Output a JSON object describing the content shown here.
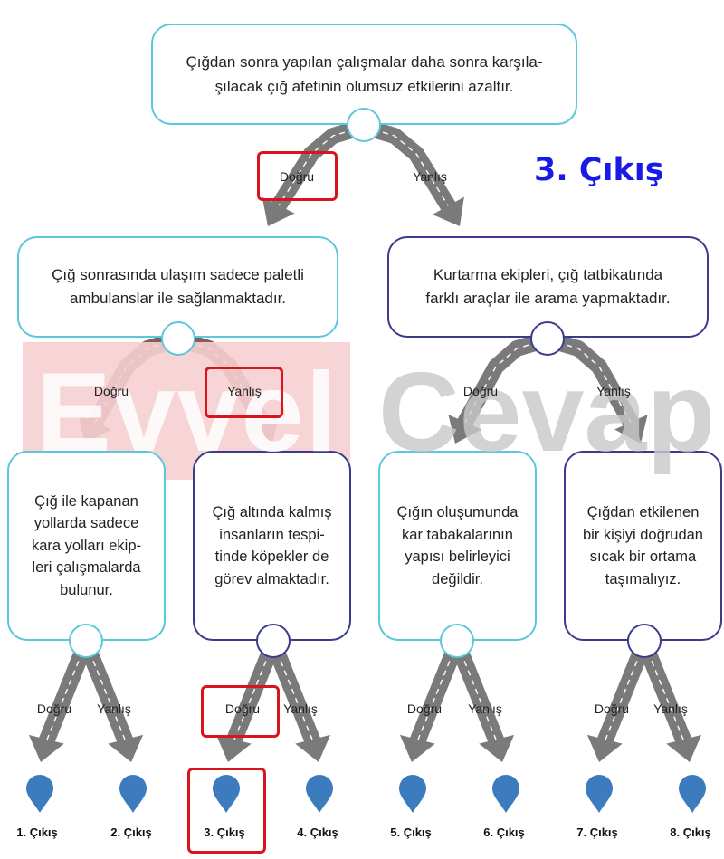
{
  "root": {
    "text": "Çığdan sonra yapılan çalışmalar daha sonra karşıla-\nşılacak çığ afetinin olumsuz etkilerini azaltır."
  },
  "level2": [
    {
      "text": "Çığ sonrasında ulaşım sadece paletli\nambulanslar ile sağlanmaktadır."
    },
    {
      "text": "Kurtarma ekipleri, çığ tatbikatında\nfarklı araçlar ile arama yapmaktadır."
    }
  ],
  "level3": [
    {
      "text": "Çığ ile kapanan\nyollarda sadece\nkara yolları ekip-\nleri çalışmalarda\nbulunur."
    },
    {
      "text": "Çığ altında kalmış\ninsanların tespi-\ntinde köpekler de\ngörev almaktadır."
    },
    {
      "text": "Çığın oluşumunda\nkar tabakalarının\nyapısı belirleyici\ndeğildir."
    },
    {
      "text": "Çığdan etkilenen\nbir kişiyi doğrudan\nsıcak bir ortama\ntaşımalıyız."
    }
  ],
  "labels": {
    "true": "Doğru",
    "false": "Yanlış"
  },
  "exits": [
    "1. Çıkış",
    "2. Çıkış",
    "3. Çıkış",
    "4. Çıkış",
    "5. Çıkış",
    "6. Çıkış",
    "7. Çıkış",
    "8. Çıkış"
  ],
  "answer": "3. Çıkış",
  "watermark": {
    "word1": "Evvel",
    "word2": "Cevap"
  },
  "colors": {
    "cyan_border": "#5bc8dc",
    "navy_border": "#3b3b8e",
    "arrow": "#7a7a7a",
    "arrow_red": "#855b5b",
    "pin": "#3d7bbf",
    "highlight": "#d9141e",
    "answer": "#1a1ae6"
  }
}
